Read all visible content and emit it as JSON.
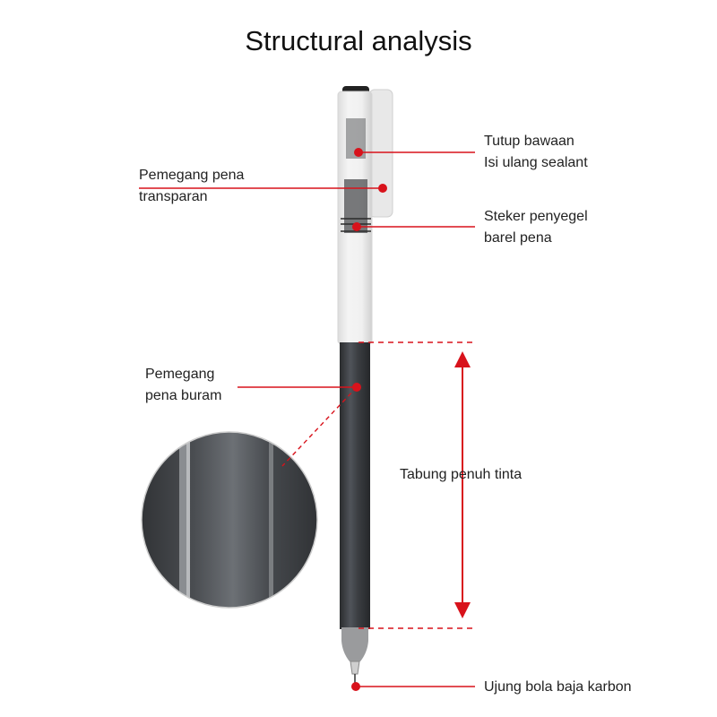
{
  "title": "Structural analysis",
  "labels": {
    "cap": [
      "Tutup bawaan",
      "Isi ulang sealant"
    ],
    "transparent_holder": [
      "Pemegang pena",
      "transparan"
    ],
    "plug": [
      "Steker penyegel",
      "barel pena"
    ],
    "matte_holder": [
      "Pemegang pena buram",
      ""
    ],
    "matte_holder_lines": [
      "Pemegang",
      "pena buram"
    ],
    "ink_tube": "Tabung penuh tinta",
    "tip": "Ujung bola baja karbon"
  },
  "colors": {
    "accent": "#d8121b",
    "barrel": "#3a3d40",
    "text": "#222222"
  }
}
